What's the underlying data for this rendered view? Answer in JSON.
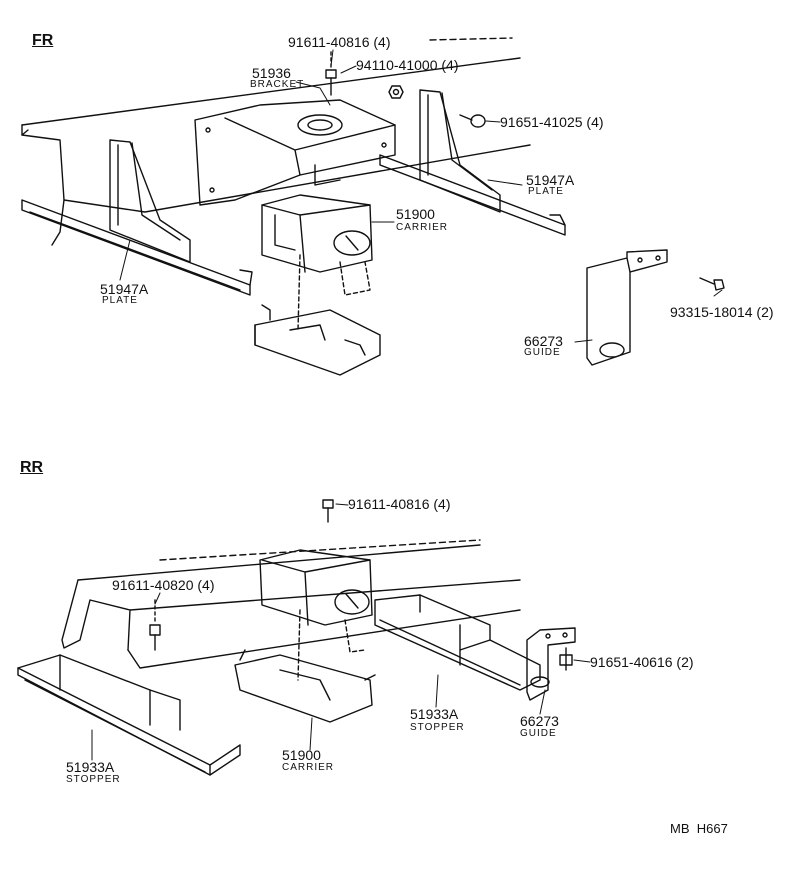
{
  "sections": {
    "front": "FR",
    "rear": "RR"
  },
  "front": {
    "bolt_top": "91611-40816 (4)",
    "nut": "94110-41000 (4)",
    "bolt_side": "91651-41025 (4)",
    "bracket_num": "51936",
    "bracket_name": "BRACKET",
    "plate_right_num": "51947A",
    "plate_right_name": "PLATE",
    "carrier_num": "51900",
    "carrier_name": "CARRIER",
    "plate_left_num": "51947A",
    "plate_left_name": "PLATE",
    "guide_screw": "93315-18014 (2)",
    "guide_num": "66273",
    "guide_name": "GUIDE"
  },
  "rear": {
    "bolt_top": "91611-40816 (4)",
    "bolt_left": "91611-40820 (4)",
    "bolt_right": "91651-40616 (2)",
    "stopper_right_num": "51933A",
    "stopper_right_name": "STOPPER",
    "guide_num": "66273",
    "guide_name": "GUIDE",
    "stopper_left_num": "51933A",
    "stopper_left_name": "STOPPER",
    "carrier_num": "51900",
    "carrier_name": "CARRIER"
  },
  "footer": "MB  H667"
}
